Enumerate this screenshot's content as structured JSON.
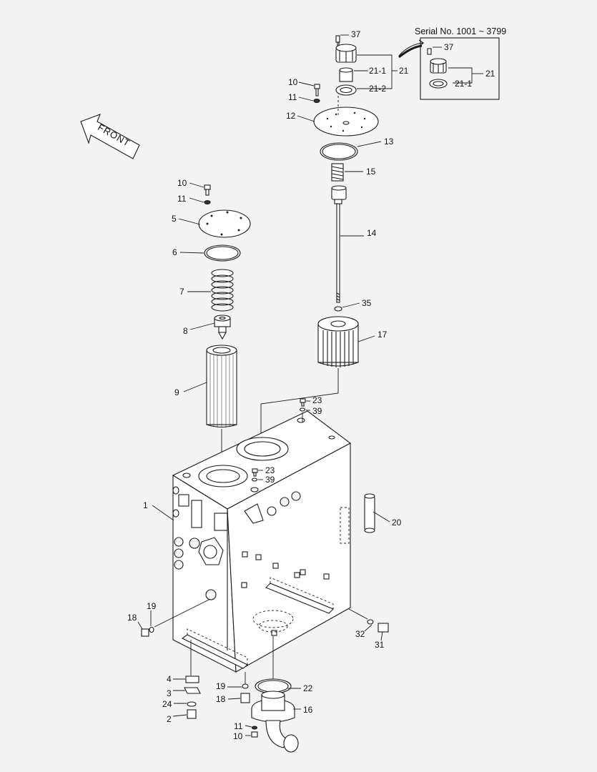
{
  "inset": {
    "serial_label": "Serial No. 1001 ~ 3799"
  },
  "direction_label": "FRONT",
  "callouts": {
    "c37": "37",
    "c21_1": "21-1",
    "c21": "21",
    "c21_2": "21-2",
    "c10_top": "10",
    "c11_top": "11",
    "c12": "12",
    "c13": "13",
    "c15": "15",
    "c14": "14",
    "c35": "35",
    "c17": "17",
    "c10_left": "10",
    "c11_left": "11",
    "c5": "5",
    "c6": "6",
    "c7": "7",
    "c8": "8",
    "c9": "9",
    "c23_a": "23",
    "c39_a": "39",
    "c23_b": "23",
    "c39_b": "39",
    "c1": "1",
    "c20": "20",
    "c19_left": "19",
    "c18_left": "18",
    "c32": "32",
    "c31": "31",
    "c4": "4",
    "c3": "3",
    "c24": "24",
    "c2": "2",
    "c19_bot": "19",
    "c18_bot": "18",
    "c22": "22",
    "c16": "16",
    "c11_bot": "11",
    "c10_bot": "10",
    "inset_37": "37",
    "inset_21": "21",
    "inset_21_1": "21-1"
  }
}
